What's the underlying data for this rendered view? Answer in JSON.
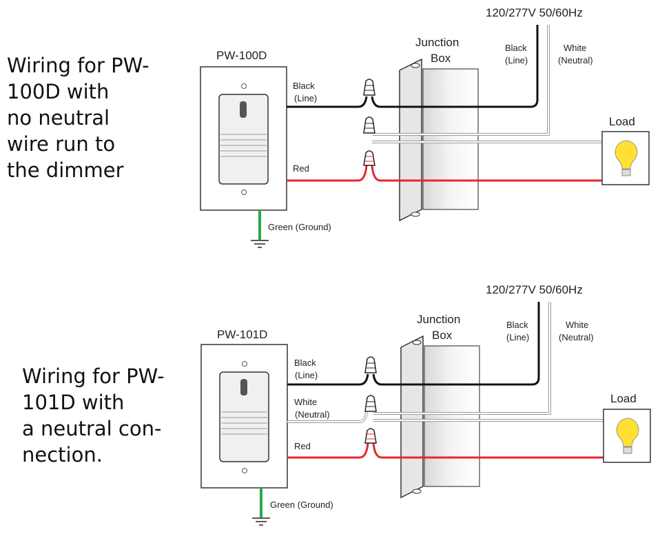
{
  "diagram_1": {
    "description": "Wiring for PW-\n100D with\nno neutral\nwire run to\nthe dimmer",
    "device_label": "PW-100D",
    "supply_label": "120/277V 50/60Hz",
    "junction_label_1": "Junction",
    "junction_label_2": "Box",
    "supply_black_1": "Black",
    "supply_black_2": "(Line)",
    "supply_white_1": "White",
    "supply_white_2": "(Neutral)",
    "load_label": "Load",
    "wire_black_1": "Black",
    "wire_black_2": "(Line)",
    "wire_red": "Red",
    "ground_label": "Green (Ground)"
  },
  "diagram_2": {
    "description": "Wiring for PW-\n101D with\na neutral con-\nnection.",
    "device_label": "PW-101D",
    "supply_label": "120/277V 50/60Hz",
    "junction_label_1": "Junction",
    "junction_label_2": "Box",
    "supply_black_1": "Black",
    "supply_black_2": "(Line)",
    "supply_white_1": "White",
    "supply_white_2": "(Neutral)",
    "load_label": "Load",
    "wire_black_1": "Black",
    "wire_black_2": "(Line)",
    "wire_white_1": "White",
    "wire_white_2": "(Neutral)",
    "wire_red": "Red",
    "ground_label": "Green (Ground)"
  },
  "colors": {
    "black_wire": "#111111",
    "red_wire": "#e8262b",
    "green_wire": "#2aa84a",
    "bulb": "#ffe033",
    "white_wire": "#aaaaaa"
  }
}
